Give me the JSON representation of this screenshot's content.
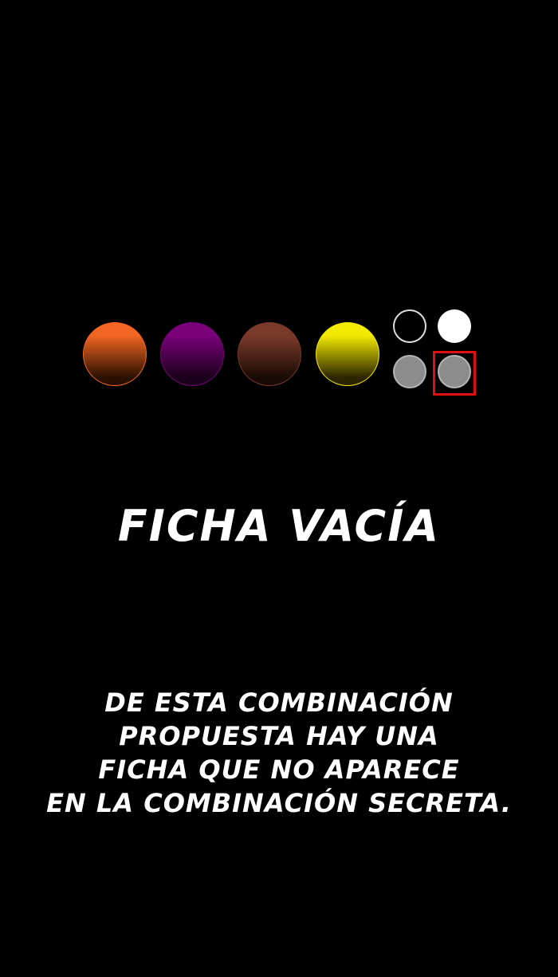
{
  "proposed_combination": [
    {
      "name": "orange",
      "top": "#f26522",
      "bottom": "#2a1000",
      "border": "#f26522"
    },
    {
      "name": "purple",
      "top": "#7a007a",
      "bottom": "#1a001a",
      "border": "#7a007a"
    },
    {
      "name": "brown",
      "top": "#7a3a2a",
      "bottom": "#1a0a05",
      "border": "#7a3a2a"
    },
    {
      "name": "yellow",
      "top": "#f2ea00",
      "bottom": "#2a2400",
      "border": "#f2ea00"
    }
  ],
  "key_pegs": [
    "empty",
    "white",
    "gray",
    "gray"
  ],
  "title": "FICHA VACÍA",
  "description": [
    "DE ESTA COMBINACIÓN",
    "PROPUESTA HAY UNA",
    "FICHA QUE NO APARECE",
    "EN LA COMBINACIÓN SECRETA."
  ],
  "highlight_color": "#e01010"
}
